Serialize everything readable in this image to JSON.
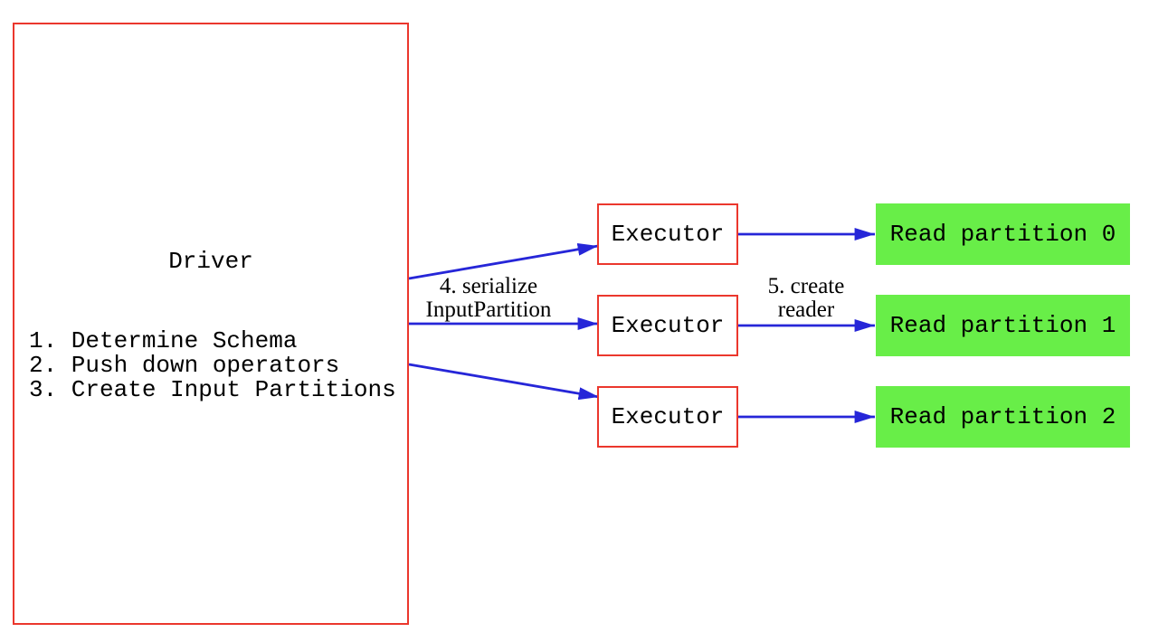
{
  "diagram": {
    "driver": {
      "title": "Driver",
      "steps": [
        "1. Determine Schema",
        "2. Push down operators",
        "3. Create Input Partitions"
      ]
    },
    "executors": [
      {
        "label": "Executor"
      },
      {
        "label": "Executor"
      },
      {
        "label": "Executor"
      }
    ],
    "partitions": [
      {
        "label": "Read partition 0"
      },
      {
        "label": "Read partition 1"
      },
      {
        "label": "Read partition 2"
      }
    ],
    "edge_labels": {
      "serialize": {
        "line1": "4. serialize",
        "line2": "InputPartition"
      },
      "create_reader": {
        "line1": "5. create",
        "line2": "reader"
      }
    },
    "colors": {
      "box_border": "#eb372d",
      "arrow": "#2626d8",
      "partition_fill": "#68ee48",
      "text": "#000000",
      "background": "#ffffff"
    }
  }
}
